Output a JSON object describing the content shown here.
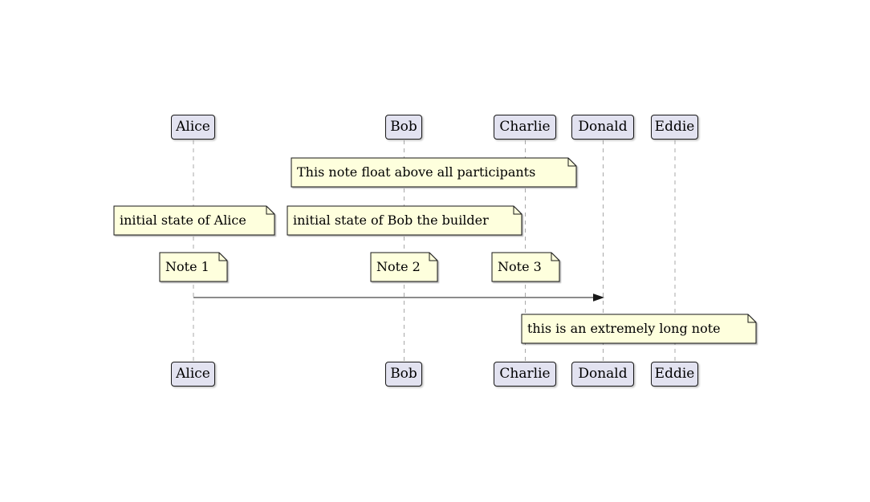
{
  "diagram_type": "sequence-diagram",
  "participants": [
    {
      "name": "Alice"
    },
    {
      "name": "Bob"
    },
    {
      "name": "Charlie"
    },
    {
      "name": "Donald"
    },
    {
      "name": "Eddie"
    }
  ],
  "notes": [
    {
      "id": "float-note",
      "text": "This note float above all participants",
      "over": "Bob, Charlie"
    },
    {
      "id": "alice-note",
      "text": "initial state of Alice",
      "over": "Alice"
    },
    {
      "id": "bob-note",
      "text": "initial state of Bob the builder",
      "over": "Bob"
    },
    {
      "id": "note-1",
      "text": "Note 1",
      "over": "Alice"
    },
    {
      "id": "note-2",
      "text": "Note 2",
      "over": "Bob"
    },
    {
      "id": "note-3",
      "text": "Note 3",
      "over": "Charlie"
    },
    {
      "id": "long-note",
      "text": "this is an extremely long note",
      "over": "Charlie, Donald, Eddie"
    }
  ],
  "messages": [
    {
      "from": "Alice",
      "to": "Donald",
      "label": ""
    }
  ],
  "colors": {
    "background": "#FFFFFF",
    "participant_fill": "#E2E2F0",
    "participant_border": "#181818",
    "note_fill": "#FEFFDD",
    "note_border": "#181818",
    "lifeline_color": "#A8A8A8",
    "arrow_color": "#181818",
    "text_color": "#000000"
  }
}
